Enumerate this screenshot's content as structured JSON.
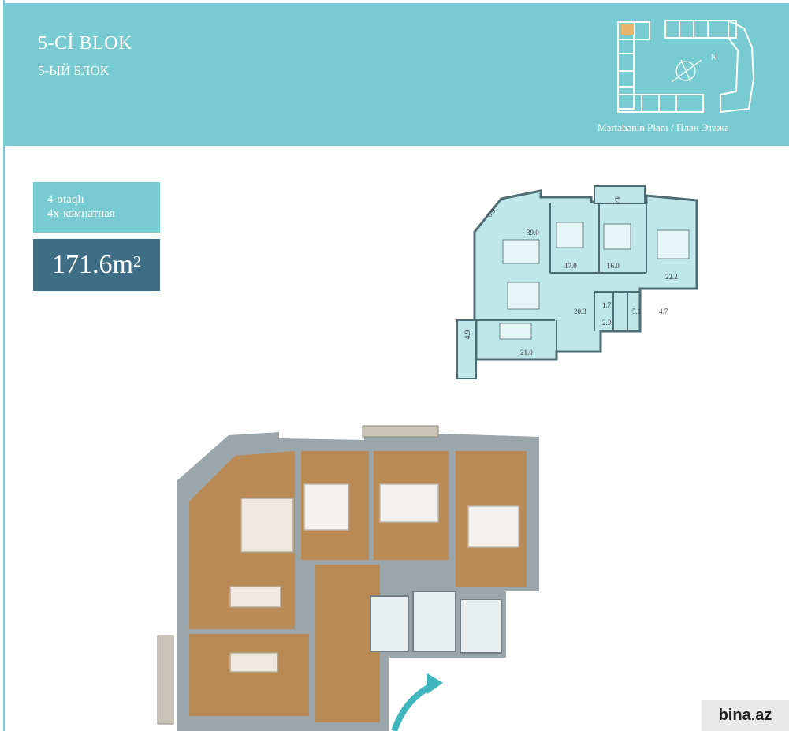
{
  "header": {
    "block_title": "5-Cİ BLOK",
    "block_subtitle": "5-ЫЙ БЛОК",
    "site_caption": "Mərtəbənin Planı / План Этажа",
    "north_label": "N"
  },
  "apartment": {
    "rooms_az": "4-otaqlı",
    "rooms_ru": "4х-комнатная",
    "area_value": "171.6m",
    "area_unit_sup": "2"
  },
  "plan_labels": {
    "living": "39.0",
    "bed1": "17.0",
    "bed2": "16.0",
    "bed3": "22.2",
    "hall": "20.3",
    "kitchen": "21.0",
    "wc1": "1.7",
    "wc2": "2.0",
    "bath": "5.1",
    "dress": "4.7",
    "balcony_top": "4.4",
    "balcony_left": "4.9",
    "balcony_corner": "6.9"
  },
  "watermark": {
    "text": "bina.az"
  },
  "colors": {
    "header_bg": "#78cbd0",
    "area_badge_bg": "#3f6e85",
    "plan_fill": "#bfe6e8",
    "plan_wall": "#4c6b73",
    "floor_wood": "#b98a55"
  }
}
